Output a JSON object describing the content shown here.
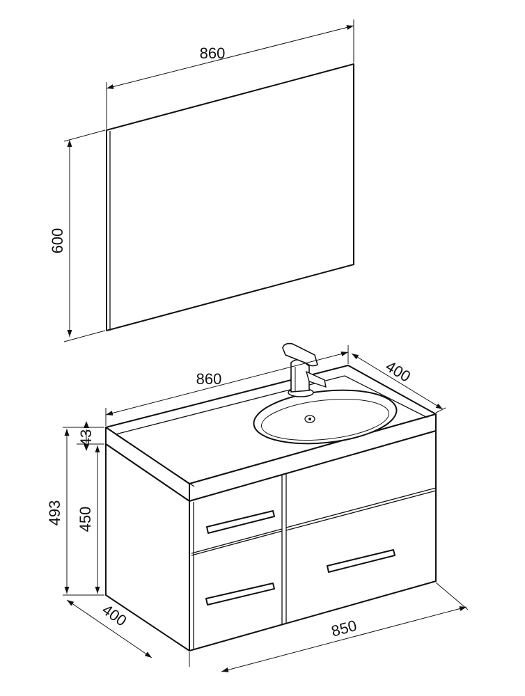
{
  "mirror": {
    "width_label": "860",
    "height_label": "600"
  },
  "vanity": {
    "top_width_label": "860",
    "top_depth_label": "400",
    "top_thickness_label": "43",
    "total_height_label": "493",
    "body_height_label": "450",
    "base_depth_label": "400",
    "base_width_label": "850"
  }
}
